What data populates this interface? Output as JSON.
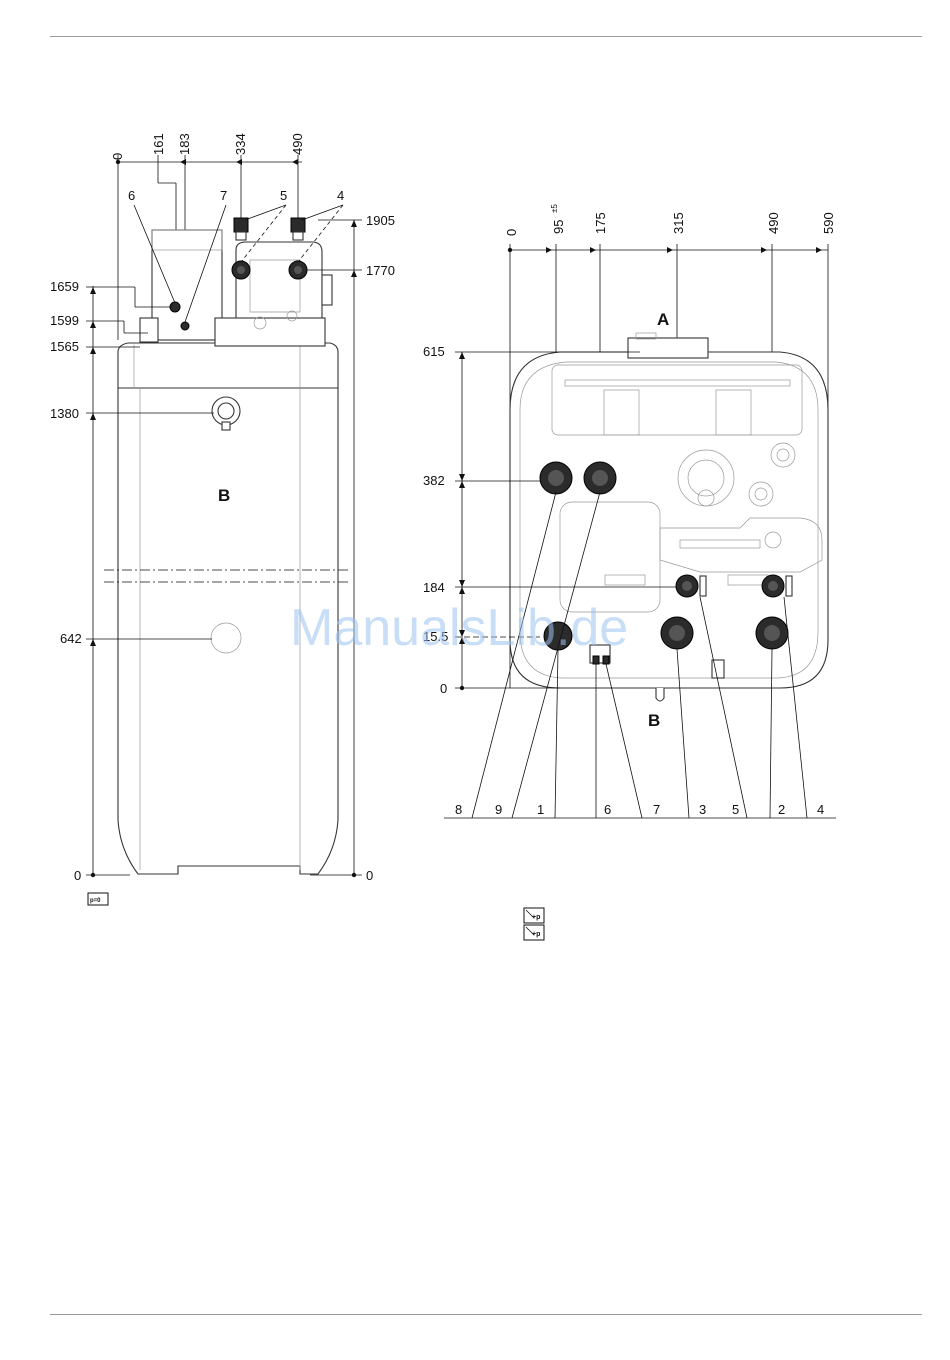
{
  "watermark": "ManualsLib.de",
  "left_view": {
    "label_b": "B",
    "top_dims": [
      "0",
      "161",
      "183",
      "334",
      "490"
    ],
    "heights": [
      "1659",
      "1599",
      "1565",
      "1380",
      "642",
      "0"
    ],
    "right_heights": [
      "1905",
      "1770",
      "0"
    ],
    "callouts": [
      "6",
      "7",
      "5",
      "4"
    ],
    "footnote_icon": "p=0"
  },
  "right_view": {
    "label_a": "A",
    "label_b": "B",
    "top_dims": [
      "0",
      "95",
      "±5",
      "175",
      "315",
      "490",
      "590"
    ],
    "heights": [
      "615",
      "382",
      "184",
      "0"
    ],
    "hidden_height": "15.5",
    "callouts": [
      "8",
      "9",
      "1",
      "6",
      "7",
      "3",
      "5",
      "2",
      "4"
    ],
    "icons": [
      "+p",
      "+p"
    ]
  }
}
